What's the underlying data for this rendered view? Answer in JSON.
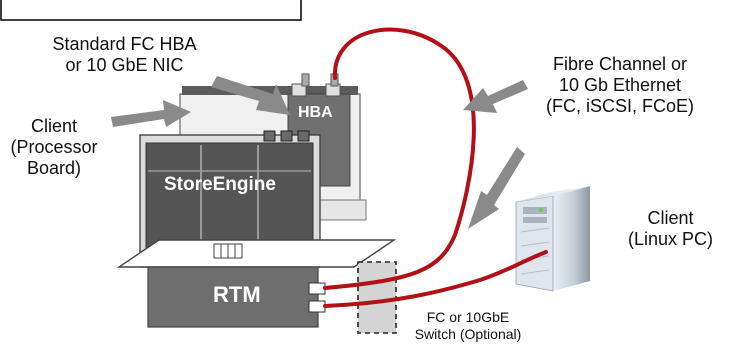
{
  "labels": {
    "hba_source_line1": "Standard FC HBA",
    "hba_source_line2": "or 10 GbE NIC",
    "client_board_line1": "Client",
    "client_board_line2": "(Processor",
    "client_board_line3": "Board)",
    "network_line1": "Fibre Channel or",
    "network_line2": "10 Gb Ethernet",
    "network_line3": "(FC, iSCSI, FCoE)",
    "client_pc_line1": "Client",
    "client_pc_line2": "(Linux PC)",
    "switch_line1": "FC or 10GbE",
    "switch_line2": "Switch (Optional)"
  },
  "components": {
    "hba_label": "HBA",
    "storeengine_label": "StoreEngine",
    "rtm_label": "RTM"
  },
  "colors": {
    "cable": "#b01016",
    "arrow": "#8a8a8a",
    "board_dark": "#555555",
    "board_frame": "#dcdcdc"
  }
}
